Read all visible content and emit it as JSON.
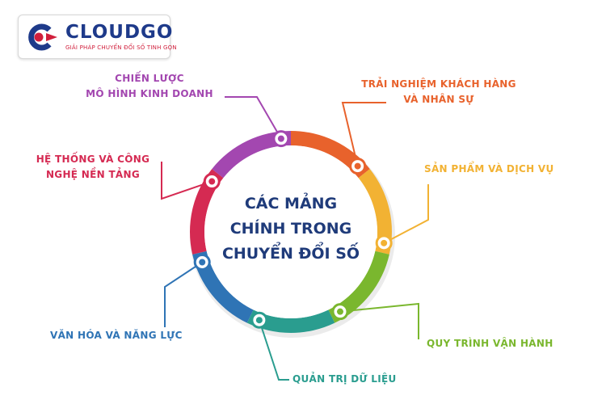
{
  "logo": {
    "name": "CLOUDGO",
    "tagline": "GIẢI PHÁP CHUYỂN ĐỔI SỐ TINH GỌN",
    "colors": {
      "blue": "#1e3a8a",
      "red": "#d11f3c"
    }
  },
  "center_title": [
    "CÁC MẢNG",
    "CHÍNH TRONG",
    "CHUYỂN ĐỔI SỐ"
  ],
  "segments": [
    {
      "label": [
        "TRẢI NGHIỆM KHÁCH HÀNG",
        "VÀ NHÂN SỰ"
      ],
      "color": "#e8622c"
    },
    {
      "label": [
        "SẢN PHẨM VÀ DỊCH VỤ"
      ],
      "color": "#f2b233"
    },
    {
      "label": [
        "QUY TRÌNH VẬN HÀNH"
      ],
      "color": "#7ab72e"
    },
    {
      "label": [
        "QUẢN TRỊ DỮ LIỆU"
      ],
      "color": "#2a9d8f"
    },
    {
      "label": [
        "VĂN HÓA VÀ NĂNG LỰC"
      ],
      "color": "#2f74b5"
    },
    {
      "label": [
        "HỆ THỐNG VÀ CÔNG",
        "NGHỆ NỀN TẢNG"
      ],
      "color": "#d52a52"
    },
    {
      "label": [
        "CHIẾN LƯỢC",
        "MÔ HÌNH KINH DOANH"
      ],
      "color": "#a347b0"
    }
  ]
}
